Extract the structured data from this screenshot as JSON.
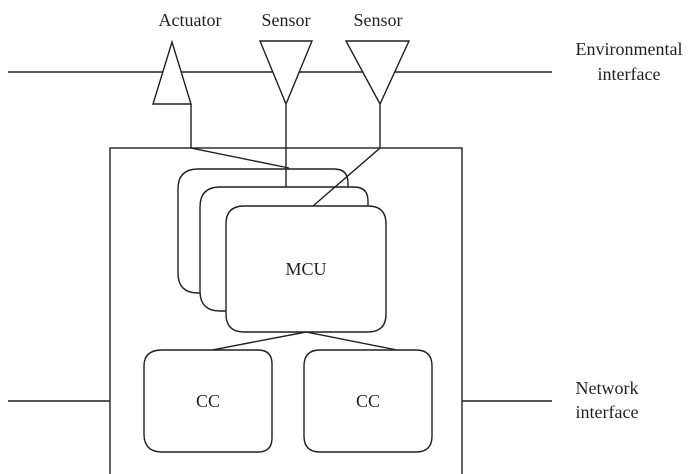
{
  "labels": {
    "actuator": "Actuator",
    "sensor_1": "Sensor",
    "sensor_2": "Sensor",
    "environmental_line1": "Environmental",
    "environmental_line2": "interface",
    "network_line1": "Network",
    "network_line2": "interface",
    "mcu": "MCU",
    "cc_left": "CC",
    "cc_right": "CC"
  }
}
